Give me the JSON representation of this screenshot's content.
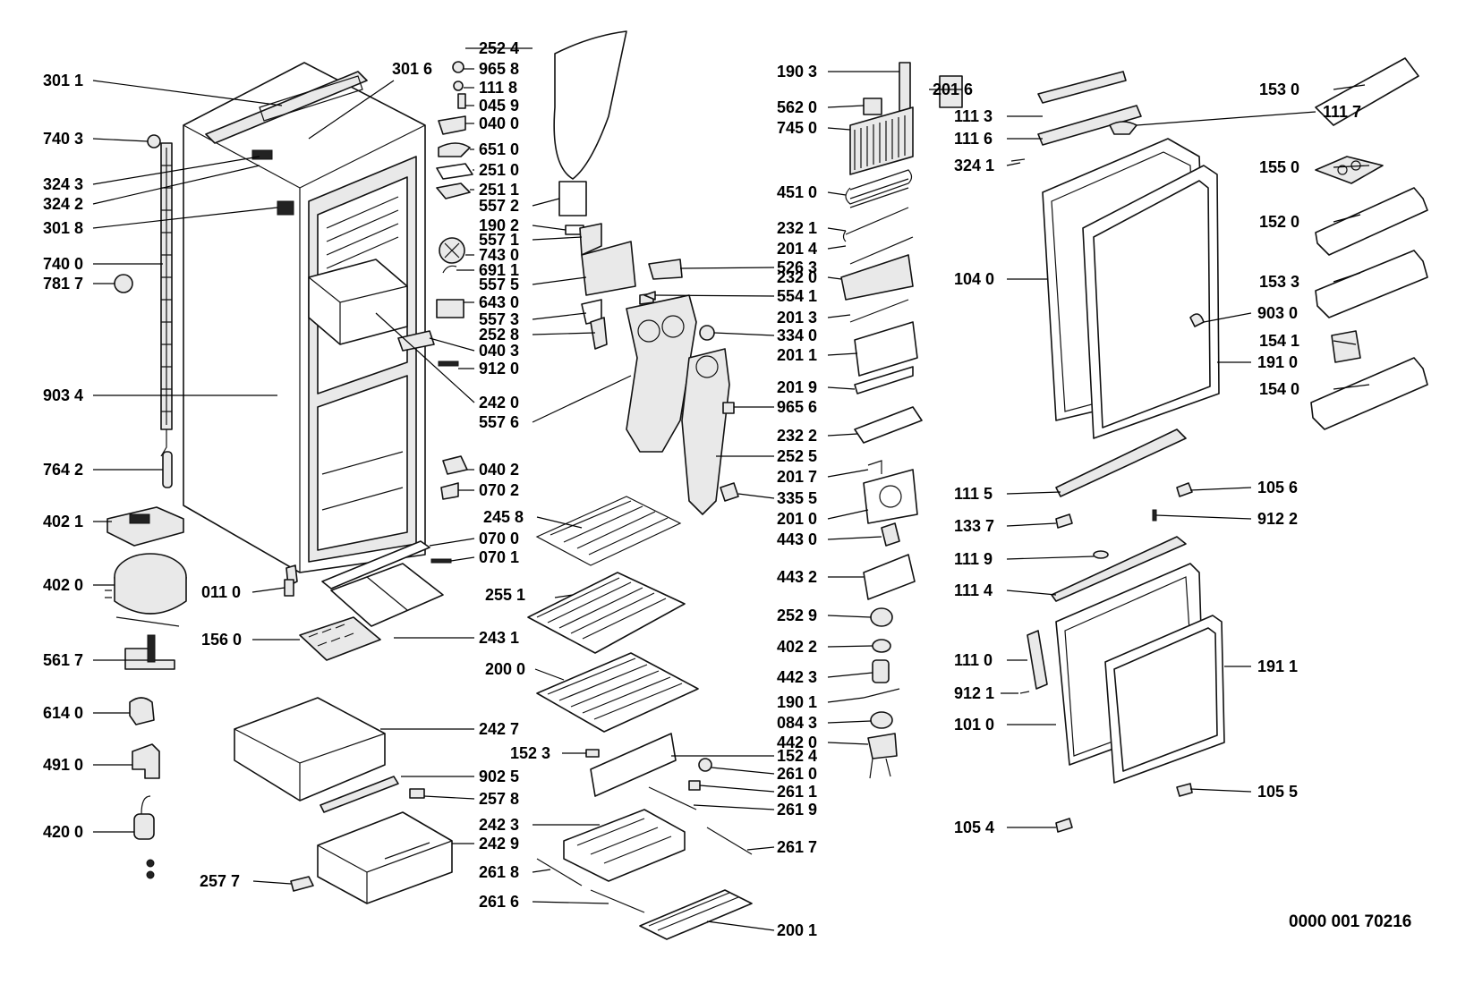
{
  "diagram": {
    "code": "0000 001 70216",
    "labels": [
      "301 1",
      "740 3",
      "324 3",
      "324 2",
      "301 8",
      "740 0",
      "781 7",
      "903 4",
      "764 2",
      "402 1",
      "402 0",
      "561 7",
      "614 0",
      "491 0",
      "420 0",
      "301 6",
      "011 0",
      "156 0",
      "257 7",
      "252 4",
      "965 8",
      "111 8",
      "045 9",
      "040 0",
      "651 0",
      "251 0",
      "251 1",
      "557 2",
      "190 2",
      "557 1",
      "743 0",
      "691 1",
      "557 5",
      "643 0",
      "557 3",
      "252 8",
      "040 3",
      "912 0",
      "242 0",
      "557 6",
      "040 2",
      "070 2",
      "245 8",
      "070 0",
      "070 1",
      "255 1",
      "243 1",
      "200 0",
      "242 7",
      "152 3",
      "902 5",
      "257 8",
      "242 3",
      "242 9",
      "261 8",
      "261 6",
      "190 3",
      "562 0",
      "745 0",
      "451 0",
      "232 1",
      "201 4",
      "526 3",
      "232 0",
      "554 1",
      "201 3",
      "334 0",
      "201 1",
      "201 9",
      "965 6",
      "232 2",
      "252 5",
      "201 7",
      "335 5",
      "201 0",
      "443 0",
      "443 2",
      "252 9",
      "402 2",
      "442 3",
      "190 1",
      "084 3",
      "442 0",
      "152 4",
      "261 0",
      "261 1",
      "261 9",
      "261 7",
      "200 1",
      "201 6",
      "111 3",
      "111 6",
      "324 1",
      "104 0",
      "111 5",
      "133 7",
      "111 9",
      "111 4",
      "111 0",
      "912 1",
      "101 0",
      "105 4",
      "153 0",
      "111 7",
      "155 0",
      "152 0",
      "153 3",
      "903 0",
      "154 1",
      "191 0",
      "154 0",
      "105 6",
      "912 2",
      "191 1",
      "105 5"
    ]
  }
}
